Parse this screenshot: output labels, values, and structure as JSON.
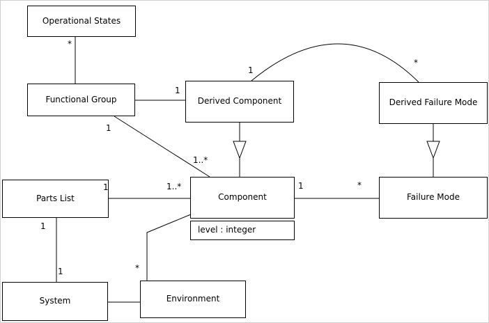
{
  "colors": {
    "background": "#ffffff",
    "line": "#000000",
    "text": "#000000"
  },
  "nodes": {
    "operational_states": {
      "label": "Operational States"
    },
    "functional_group": {
      "label": "Functional Group"
    },
    "derived_component": {
      "label": "Derived Component"
    },
    "derived_failure_mode": {
      "label": "Derived Failure Mode"
    },
    "parts_list": {
      "label": "Parts List"
    },
    "component": {
      "label": "Component",
      "attributes": [
        "level : integer"
      ]
    },
    "failure_mode": {
      "label": "Failure Mode"
    },
    "system": {
      "label": "System"
    },
    "environment": {
      "label": "Environment"
    }
  },
  "multiplicities": {
    "operational_states_to_functional_group": "*",
    "functional_group_to_derived_component": "1",
    "derived_component_arc_end": "1",
    "derived_failure_mode_arc_end": "*",
    "functional_group_to_component_near_source": "1",
    "functional_group_to_component_near_target": "1..*",
    "parts_list_to_component_near_source": "1",
    "parts_list_to_component_near_target": "1..*",
    "component_to_failure_mode_near_source": "1",
    "component_to_failure_mode_near_target": "*",
    "parts_list_to_system_near_source": "1",
    "parts_list_to_system_near_target": "1",
    "environment_to_component_near_source": "*"
  }
}
